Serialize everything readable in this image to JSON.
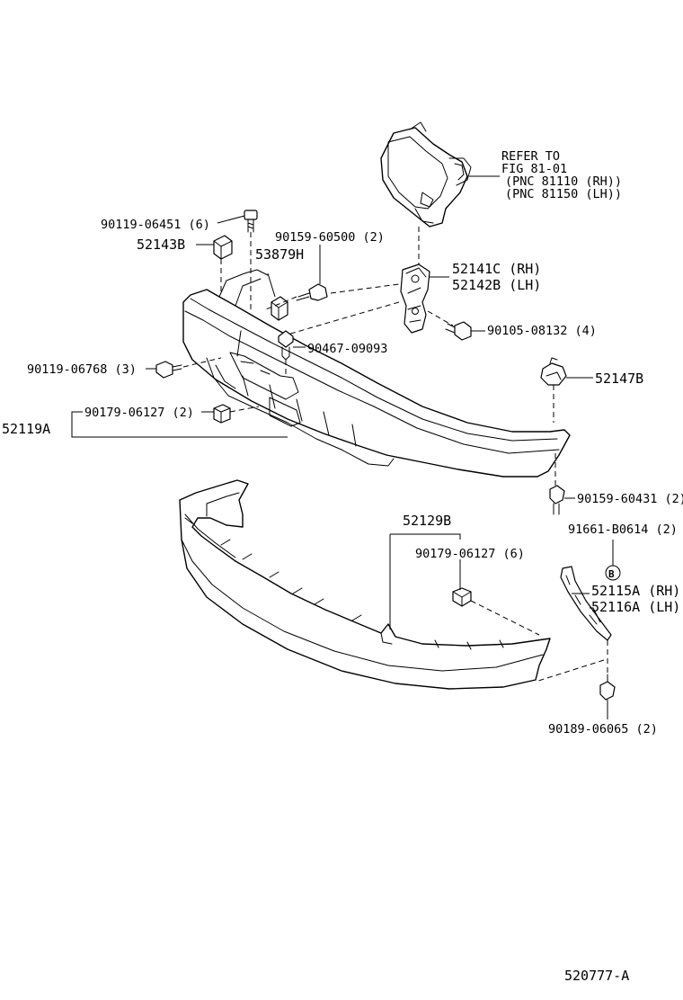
{
  "labels": {
    "refer_1": "REFER TO",
    "refer_2": "FIG 81-01",
    "refer_3": "(PNC 81110 (RH))",
    "refer_4": "(PNC 81150 (LH))",
    "p_90119_06451": "90119-06451 (6)",
    "p_52143b": "52143B",
    "p_90159_60500": "90159-60500 (2)",
    "p_53879h": "53879H",
    "p_52141c": "52141C (RH)",
    "p_52142b": "52142B (LH)",
    "p_90105_08132": "90105-08132 (4)",
    "p_90467_09093": "90467-09093",
    "p_90119_06768": "90119-06768 (3)",
    "p_52147b": "52147B",
    "p_90179_06127_a": "90179-06127 (2)",
    "p_52119a": "52119A",
    "p_90159_60431": "90159-60431 (2)",
    "p_91661_b0614": "91661-B0614 (2)",
    "p_52129b": "52129B",
    "p_90179_06127_b": "90179-06127 (6)",
    "p_b_marker": "B",
    "p_52115a": "52115A (RH)",
    "p_52116a": "52116A (LH)",
    "p_90189_06065": "90189-06065 (2)",
    "figure_id": "520777-A"
  },
  "icons": {
    "headlamp": "headlamp-assembly-icon",
    "bolt": "bolt-icon",
    "clip": "clip-icon",
    "nut": "nut-icon",
    "bracket": "bracket-icon",
    "bumper": "bumper-icon"
  }
}
